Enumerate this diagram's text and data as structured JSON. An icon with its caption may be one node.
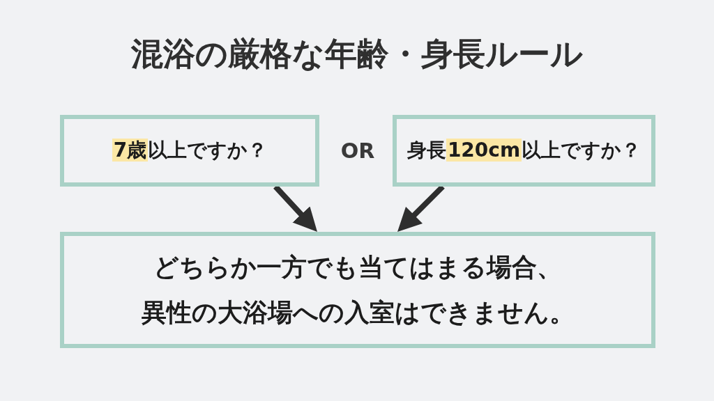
{
  "diagram": {
    "title": "混浴の厳格な年齢・身長ルール",
    "nodes": [
      {
        "text": [
          "**7歳**以上ですか？"
        ]
      },
      {
        "text": [
          "身長**120cm**以上ですか？"
        ]
      },
      {
        "text": [
          "どちらか一方でも当てはまる場合、異性の大浴場への入室はできません。"
        ]
      }
    ],
    "edges": [
      {
        "from": 0,
        "to": 2,
        "arrow": "to"
      },
      {
        "from": 1,
        "to": 2,
        "arrow": "to"
      }
    ],
    "labels": [
      "OR"
    ]
  }
}
